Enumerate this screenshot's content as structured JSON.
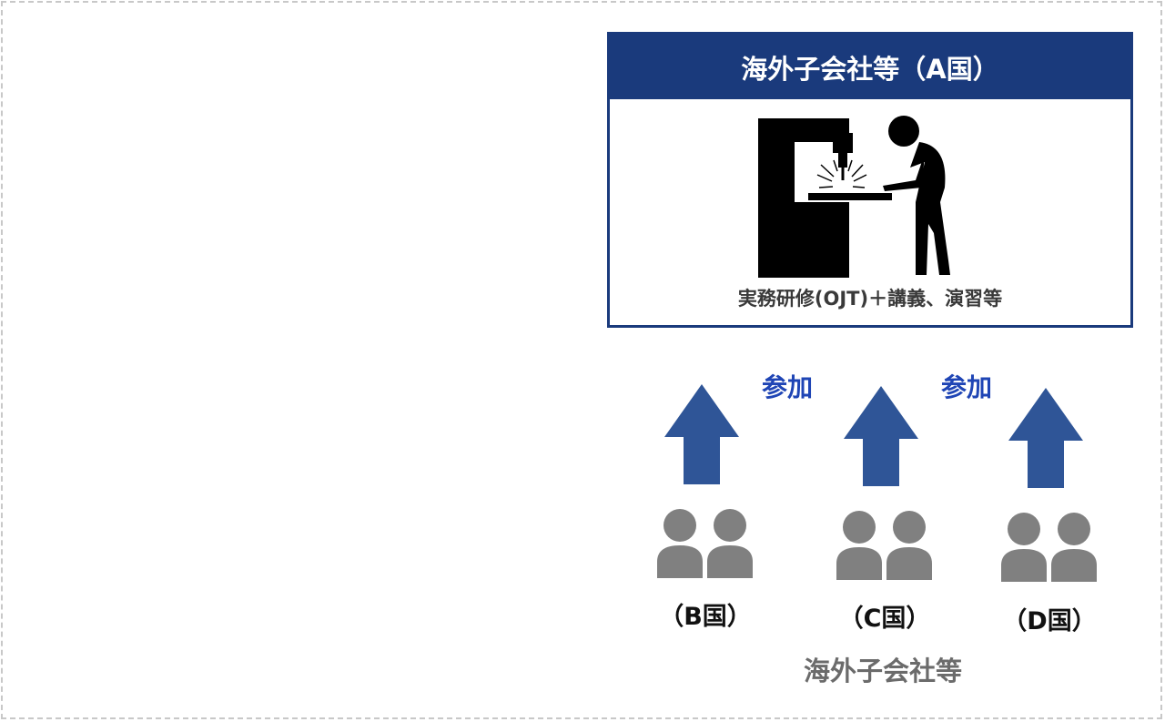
{
  "hq": {
    "title": "海外子会社等（A国）",
    "caption": "実務研修(OJT)＋講義、演習等"
  },
  "participation": {
    "labels": [
      "参加",
      "参加"
    ]
  },
  "groups": [
    {
      "country": "（B国）"
    },
    {
      "country": "（C国）"
    },
    {
      "country": "（D国）"
    }
  ],
  "footer": {
    "label": "海外子会社等"
  },
  "colors": {
    "header_bg": "#1a3a7c",
    "arrow": "#2f5597",
    "people": "#808080",
    "join_text": "#1f45b5"
  },
  "icons": {
    "illustration": "worker-at-drill-press-icon",
    "people": "two-people-icon",
    "arrow": "up-arrow-icon"
  }
}
